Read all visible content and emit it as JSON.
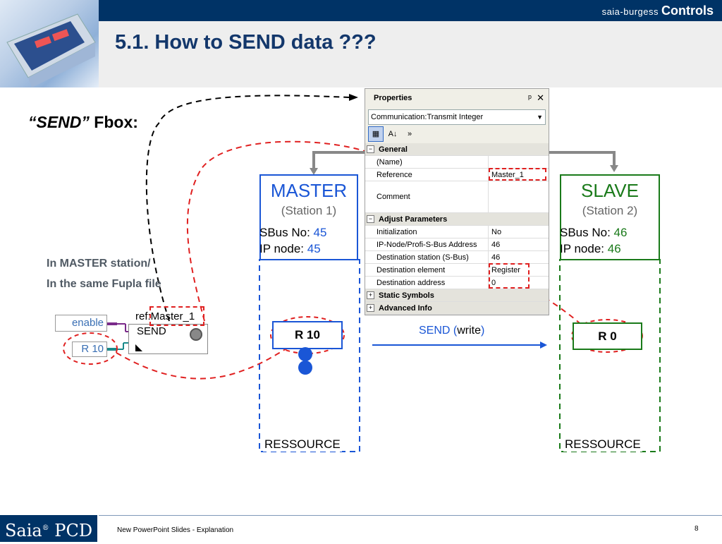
{
  "header": {
    "brand_small": "saia-burgess",
    "brand_big": "Controls",
    "title": "5.1.  How to SEND data ???"
  },
  "fbox": {
    "heading_italic": "“SEND”",
    "heading_rest": " Fbox:",
    "note_line1": "In MASTER station/",
    "note_line2": "In the same Fupla file",
    "enable_input": "enable",
    "r10_input": "R 10",
    "ref_label": "ref:Master_1",
    "send_label": "SEND"
  },
  "master": {
    "name": "MASTER",
    "sub": "(Station 1)",
    "sbus_label": "SBus No: ",
    "sbus_value": "45",
    "ip_label": "IP node: ",
    "ip_value": "45",
    "register": "R 10",
    "resource": "RESSOURCE"
  },
  "slave": {
    "name": "SLAVE",
    "sub": "(Station 2)",
    "sbus_label": "SBus No: ",
    "sbus_value": "46",
    "ip_label": "IP node: ",
    "ip_value": "46",
    "register": "R 0",
    "resource": "RESSOURCE"
  },
  "arrow_label": {
    "send": "SEND (",
    "write": "write",
    "close": ")"
  },
  "properties": {
    "title": "Properties",
    "pin": "ᵖ",
    "close": "✕",
    "combo_value": "Communication:Transmit Integer",
    "cat_general": "General",
    "row_name_k": "(Name)",
    "row_name_v": "",
    "row_ref_k": "Reference",
    "row_ref_v": "Master_1",
    "row_comment_k": "Comment",
    "row_comment_v": "",
    "cat_adjust": "Adjust Parameters",
    "row_init_k": "Initialization",
    "row_init_v": "No",
    "row_ipnode_k": "IP-Node/Profi-S-Bus Address",
    "row_ipnode_v": "46",
    "row_dest_k": "Destination station (S-Bus)",
    "row_dest_v": "46",
    "row_elem_k": "Destination element",
    "row_elem_v": "Register",
    "row_addr_k": "Destination address",
    "row_addr_v": "0",
    "cat_static": "Static Symbols",
    "cat_advanced": "Advanced Info"
  },
  "footer": {
    "logo_a": "Saia",
    "logo_reg": "®",
    "logo_b": " PCD",
    "note": "New PowerPoint Slides - Explanation",
    "page": "8"
  },
  "colors": {
    "navy": "#003366",
    "master_blue": "#1a56d6",
    "slave_green": "#1a7a1a",
    "highlight_red": "#e02020"
  }
}
